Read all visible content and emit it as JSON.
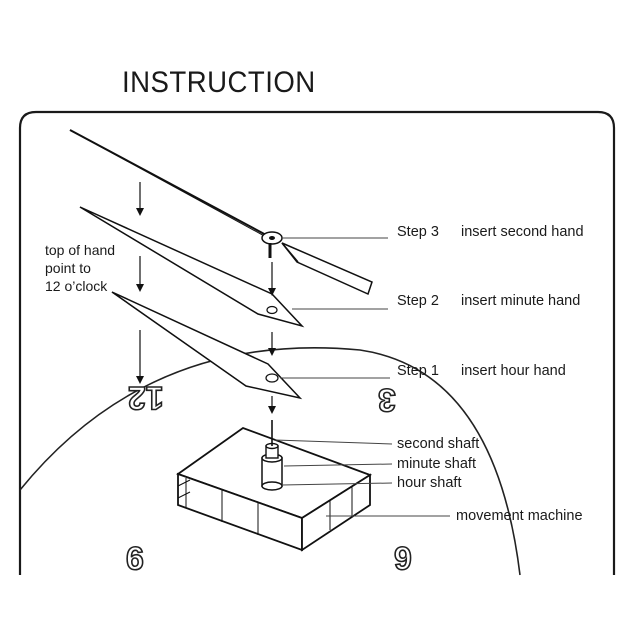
{
  "title": "INSTRUCTION",
  "side_note": {
    "line1": "top of hand",
    "line2": "point to",
    "line3": "12 o’clock"
  },
  "steps": [
    {
      "step": "Step 3",
      "action": "insert second hand"
    },
    {
      "step": "Step 2",
      "action": "insert minute hand"
    },
    {
      "step": "Step 1",
      "action": "insert hour hand"
    }
  ],
  "parts": {
    "second_shaft": "second shaft",
    "minute_shaft": "minute shaft",
    "hour_shaft": "hour shaft",
    "movement_machine": "movement  machine"
  },
  "dial_numerals": {
    "twelve": "12",
    "three": "3",
    "six": "6",
    "nine": "9"
  },
  "colors": {
    "line": "#1a1a1a",
    "background": "#ffffff"
  }
}
